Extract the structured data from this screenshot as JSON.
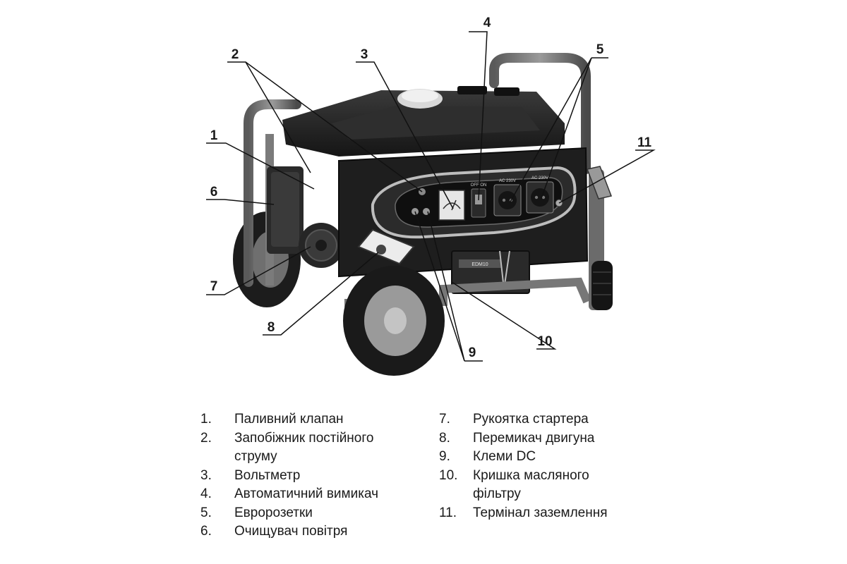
{
  "callouts": [
    "1",
    "2",
    "3",
    "4",
    "5",
    "6",
    "7",
    "8",
    "9",
    "10",
    "11"
  ],
  "panel": {
    "socket_left_label": "AC 230V",
    "socket_right_label": "AC 230V",
    "breaker_label": "OFF ON"
  },
  "battery_label": "EDM10",
  "legend_left": [
    {
      "num": "1.",
      "text": "Паливний клапан"
    },
    {
      "num": "2.",
      "text": "Запобіжник постійного\nструму"
    },
    {
      "num": "3.",
      "text": "Вольтметр"
    },
    {
      "num": "4.",
      "text": "Автоматичний вимикач"
    },
    {
      "num": "5.",
      "text": "Евророзетки"
    },
    {
      "num": "6.",
      "text": "Очищувач повітря"
    }
  ],
  "legend_right": [
    {
      "num": "7.",
      "text": "Рукоятка стартера"
    },
    {
      "num": "8.",
      "text": "Перемикач двигуна"
    },
    {
      "num": "9.",
      "text": "Клеми DC"
    },
    {
      "num": "10.",
      "text": "Кришка масляного\nфільтру"
    },
    {
      "num": "11.",
      "text": "Термінал заземлення"
    }
  ]
}
